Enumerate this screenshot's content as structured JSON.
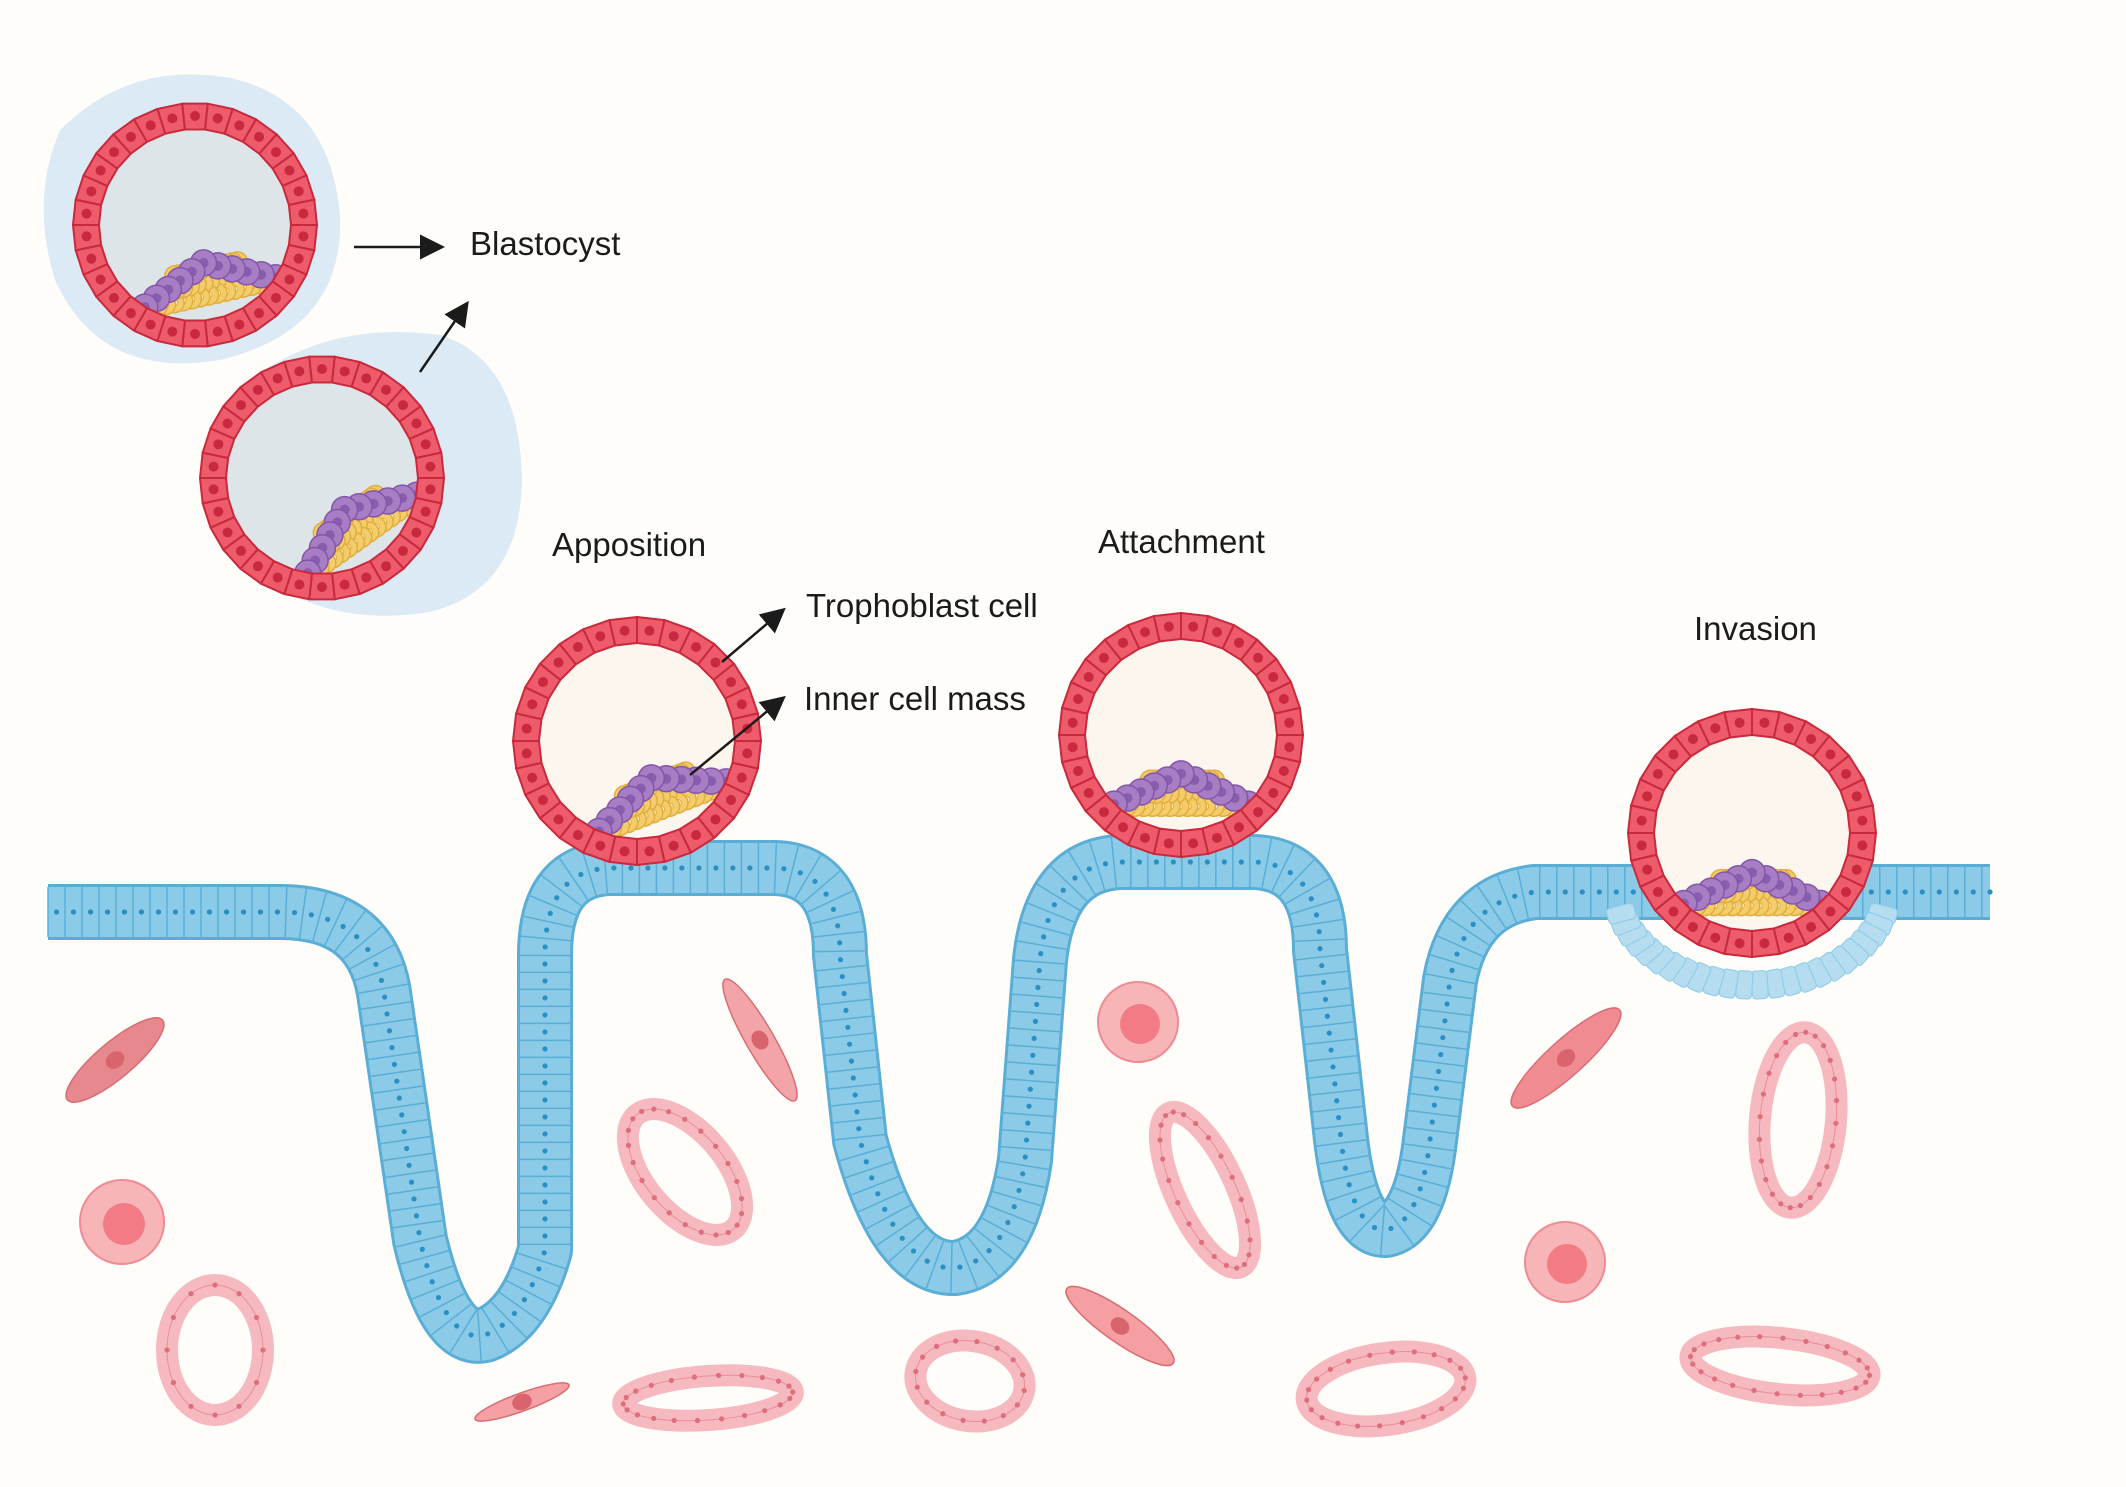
{
  "labels": {
    "blastocyst": "Blastocyst",
    "apposition": "Apposition",
    "trophoblast": "Trophoblast cell",
    "inner_cell_mass": "Inner cell mass",
    "attachment": "Attachment",
    "invasion": "Invasion"
  },
  "colors": {
    "background": "#fffdf9",
    "trophoblast": "#ee5b6b",
    "trophoblast_nucleus": "#c8293c",
    "epithelium": "#8bcbe8",
    "epithelium_nucleus": "#2a8fc4",
    "inner_cell_mass_purple": "#a77dc4",
    "inner_cell_mass_yellow": "#f3cd6a",
    "zona": "#d6e6f5",
    "stromal": "#f19aa2",
    "gland": "#f6b9c0"
  },
  "icons": {
    "arrow": "arrow-right-icon"
  }
}
